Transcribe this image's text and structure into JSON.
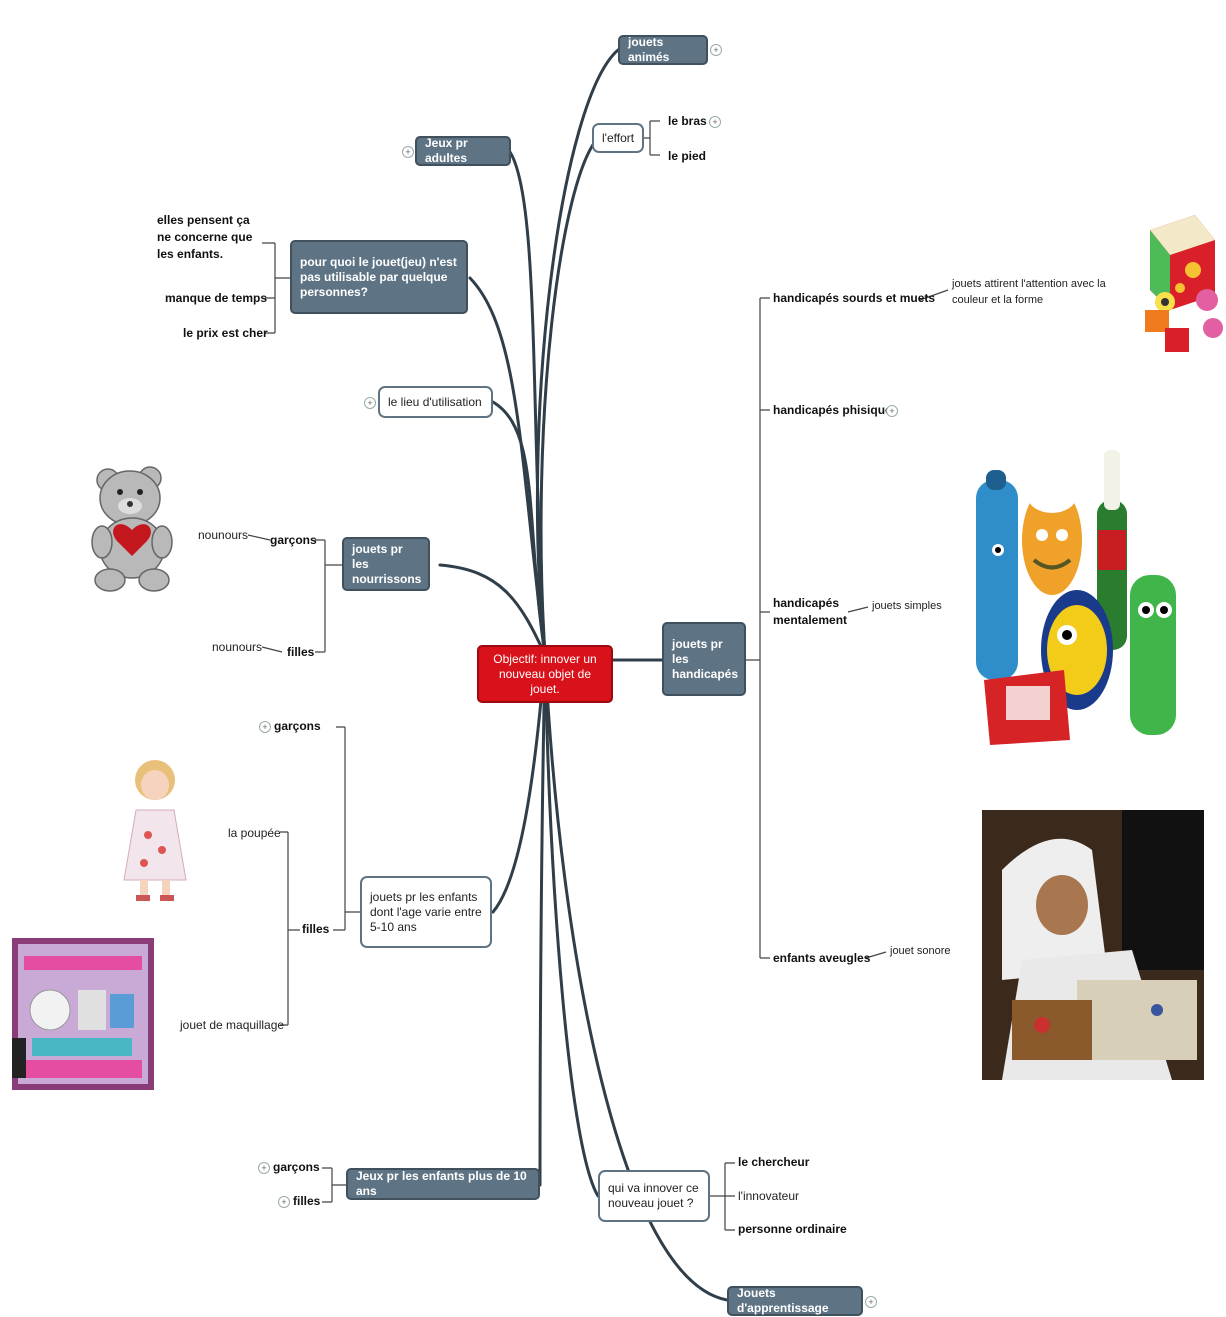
{
  "central": {
    "label": "Objectif: innover un nouveau objet de jouet."
  },
  "top": {
    "jouets_animes": "jouets animés",
    "effort": "l'effort",
    "bras": "le bras",
    "pied": "le pied",
    "adultes": "Jeux pr adultes"
  },
  "pourquoi": {
    "title": "pour quoi le jouet(jeu) n'est pas utilisable par quelque personnes?",
    "reasons": [
      "elles pensent ça ne concerne que les enfants.",
      "manque de temps",
      "le prix est cher"
    ]
  },
  "lieu": "le lieu d'utilisation",
  "nourrissons": {
    "title": "jouets pr les nourrissons",
    "garcons": "garçons",
    "filles": "filles",
    "toy_g": "nounours",
    "toy_f": "nounours"
  },
  "age_5_10": {
    "title": "jouets pr les enfants dont l'age varie entre 5-10 ans",
    "garcons": "garçons",
    "filles": "filles",
    "poupee": "la poupée",
    "maquillage": "jouet de maquillage"
  },
  "plus_10": {
    "title": "Jeux pr les enfants plus de 10 ans",
    "garcons": "garçons",
    "filles": "filles"
  },
  "qui": {
    "title": "qui va innover ce nouveau jouet ?",
    "items": [
      "le chercheur",
      "l'innovateur",
      "personne ordinaire"
    ]
  },
  "apprentissage": "Jouets d'apprentissage",
  "handicapes": {
    "title": "jouets pr les handicapés",
    "sourds": "handicapés sourds et muets",
    "sourds_detail": "jouets attirent l'attention avec la couleur et la forme",
    "physique": "handicapés phisique",
    "mental": "handicapés mentalement",
    "mental_detail": "jouets simples",
    "aveugles": "enfants aveugles",
    "aveugles_detail": "jouet sonore"
  },
  "colors": {
    "central": "#d8111a",
    "dark_node": "#5e7485",
    "line": "#2f3e48"
  }
}
